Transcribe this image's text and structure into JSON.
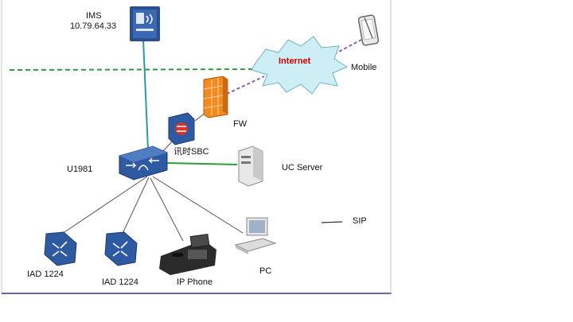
{
  "diagram": {
    "ims": {
      "name": "IMS",
      "ip": "10.79.64.33"
    },
    "internet": "Internet",
    "mobile": "Mobile",
    "fw": "FW",
    "sbc": "讯时SBC",
    "u1981": "U1981",
    "uc_server": "UC Server",
    "legend_sip": "SIP",
    "iad_left": "IAD 1224",
    "iad_right": "IAD 1224",
    "ip_phone": "IP Phone",
    "pc": "PC"
  },
  "colors": {
    "link_teal": "#2a9aa8",
    "link_green": "#2e9a3a",
    "dashed_boundary": "#2e9a3a",
    "link_purple": "#8a5fb0",
    "internet_fill": "#cdeef4",
    "internet_text": "#d40000",
    "device_blue": "#2d5aa0",
    "firewall_orange": "#f28a1e"
  }
}
